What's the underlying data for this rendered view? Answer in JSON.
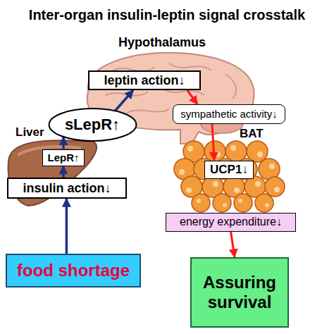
{
  "diagram": {
    "title": "Inter-organ insulin-leptin signal crosstalk",
    "nodes": [
      {
        "text": [
          "leptin action↓"
        ]
      },
      {
        "text": [
          "sLepR↑"
        ]
      },
      {
        "text": [
          "sympathetic activity↓"
        ]
      },
      {
        "text": [
          "LepR↑"
        ]
      },
      {
        "text": [
          "UCP1↓"
        ]
      },
      {
        "text": [
          "insulin action↓"
        ]
      },
      {
        "text": [
          "energy expenditure↓"
        ]
      },
      {
        "text": [
          "food shortage"
        ]
      },
      {
        "text": [
          "Assuring survival"
        ]
      }
    ],
    "edges": [
      {
        "from": 7,
        "to": 5,
        "arrow": "to"
      },
      {
        "from": 5,
        "to": 3,
        "arrow": "to"
      },
      {
        "from": 3,
        "to": 1,
        "arrow": "to"
      },
      {
        "from": 1,
        "to": 0,
        "arrow": "to"
      },
      {
        "from": 0,
        "to": 2,
        "arrow": "to"
      },
      {
        "from": 2,
        "to": 4,
        "arrow": "to"
      },
      {
        "from": 6,
        "to": 8,
        "arrow": "to"
      }
    ],
    "labels": [
      "Hypothalamus",
      "Liver",
      "BAT"
    ]
  }
}
